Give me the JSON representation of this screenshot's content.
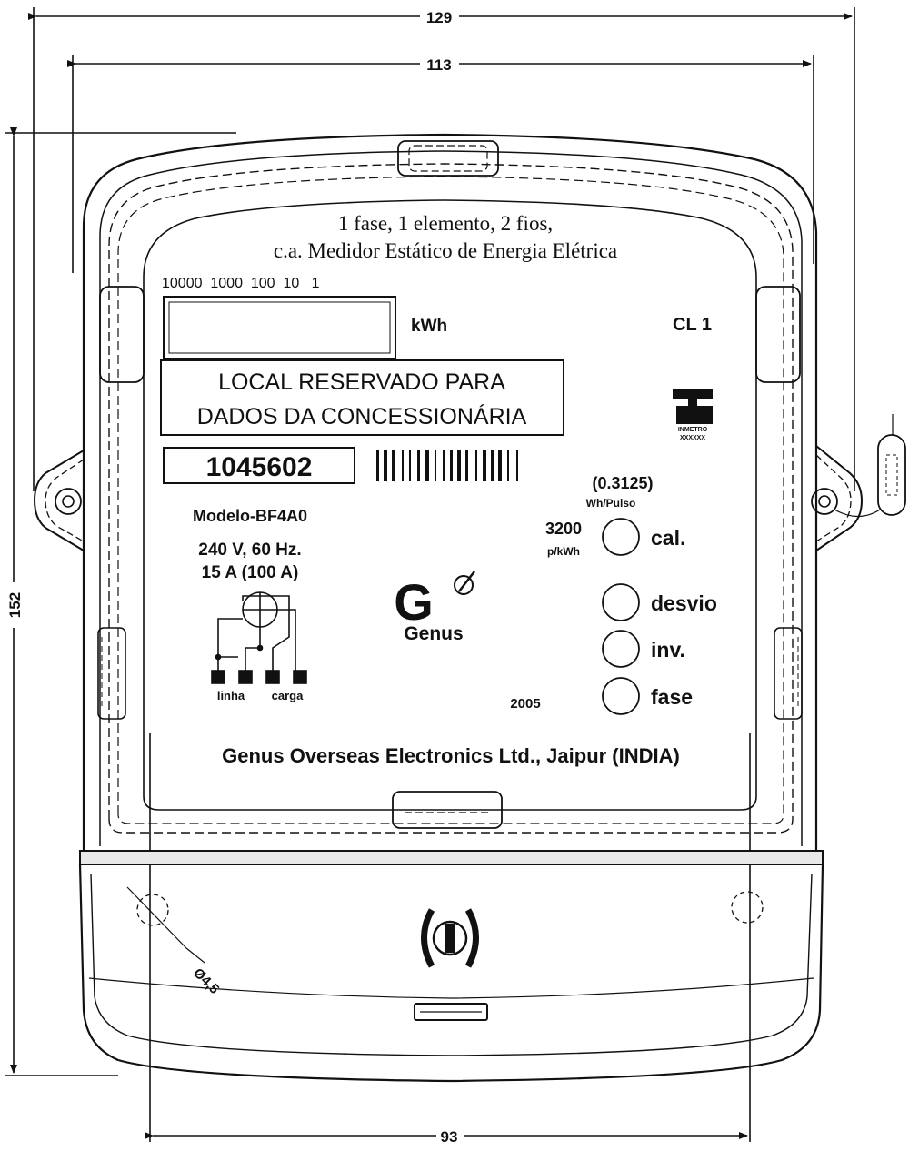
{
  "dimensions": {
    "overall_width": "129",
    "body_width": "113",
    "height": "152",
    "mounting_spacing": "93",
    "hole_diameter": "Ø4,5"
  },
  "header": {
    "line1": "1 fase, 1 elemento, 2 fios,",
    "line2": "c.a. Medidor Estático de Energia Elétrica"
  },
  "register": {
    "digit_scale": "10000  1000  100  10   1",
    "unit": "kWh"
  },
  "accuracy_class": "CL 1",
  "reserved_box": {
    "line1": "LOCAL RESERVADO PARA",
    "line2": "DADOS DA CONCESSIONÁRIA"
  },
  "serial_number": "1045602",
  "inmetro_logo": {
    "text1": "INMETRO",
    "text2": "XXXXXX"
  },
  "meter_constant": {
    "pulse_value": "(0.3125)",
    "pulse_unit": "Wh/Pulso",
    "impulses": "3200",
    "impulses_unit": "p/kWh"
  },
  "specs": {
    "model": "Modelo-BF4A0",
    "voltage_freq": "240 V, 60 Hz.",
    "current": "15 A (100 A)"
  },
  "wiring": {
    "line_label": "linha",
    "load_label": "carga"
  },
  "brand": {
    "name": "Genus",
    "logo_glyph": "G"
  },
  "year": "2005",
  "indicators": [
    {
      "label": "cal."
    },
    {
      "label": "desvio"
    },
    {
      "label": "inv."
    },
    {
      "label": "fase"
    }
  ],
  "manufacturer": "Genus Overseas Electronics Ltd., Jaipur (INDIA)"
}
